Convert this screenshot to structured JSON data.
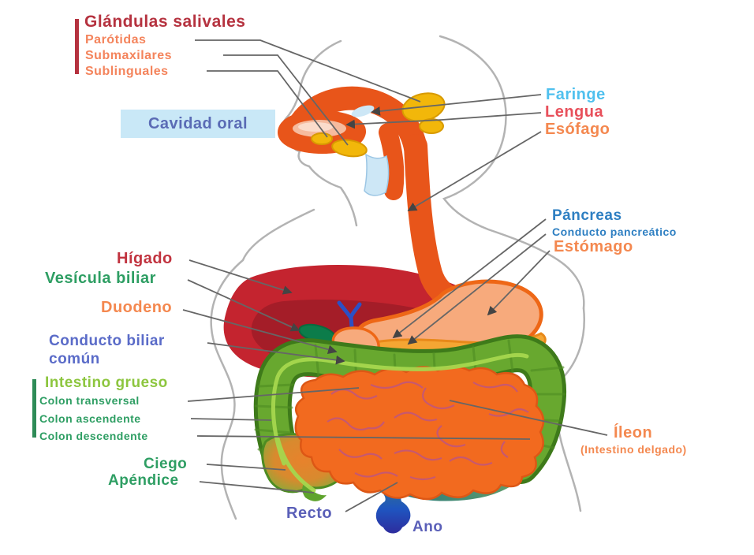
{
  "palette": {
    "body_outline": "#b3b3b3",
    "leader_line": "#666666",
    "esophagus_tract": "#e8551a",
    "salivary_gland": "#f2b70a",
    "salivary_gland_stroke": "#d89a00",
    "trachea": "#cde7f6",
    "tongue": "#f6bb9e",
    "liver": "#c4242f",
    "liver_shade": "#9f1c27",
    "stomach_fill": "#f7aa7c",
    "stomach_stroke": "#ee6716",
    "pancreas_fill": "#f4a633",
    "pancreas_stroke": "#e8891a",
    "gallbladder": "#0c7c4a",
    "bile_duct": "#2b50c5",
    "small_intestine_fill": "#f26a1f",
    "small_intestine_stroke": "#dd5715",
    "small_intestine_lines": "#b8538c",
    "colon_fill": "#68a82f",
    "colon_outline": "#3e7a1a",
    "colon_highlight": "#a6d74e",
    "sigmoid_start": "#6fa768",
    "sigmoid_end": "#2f7d7a",
    "rectum_top": "#3a8076",
    "rectum_bottom": "#2233a8",
    "cecum_center": "#e8822c"
  },
  "labels": {
    "glandulas_salivales": {
      "text": "Glándulas salivales",
      "color": "#b5323f"
    },
    "parotidas": {
      "text": "Parótidas",
      "color": "#f4845c"
    },
    "submaxilares": {
      "text": "Submaxilares",
      "color": "#f4845c"
    },
    "sublinguales": {
      "text": "Sublinguales",
      "color": "#f4845c"
    },
    "cavidad_oral": {
      "text": "Cavidad oral",
      "color": "#5a6bb5",
      "background": "#c9e8f7"
    },
    "faringe": {
      "text": "Faringe",
      "color": "#4fc0ee"
    },
    "lengua": {
      "text": "Lengua",
      "color": "#e8505b"
    },
    "esofago": {
      "text": "Esófago",
      "color": "#f4884f"
    },
    "pancreas": {
      "text": "Páncreas",
      "color": "#2e7fc2"
    },
    "conducto_pancreatico": {
      "text": "Conducto pancreático",
      "color": "#2e7fc2"
    },
    "estomago": {
      "text": "Estómago",
      "color": "#f4884f"
    },
    "higado": {
      "text": "Hígado",
      "color": "#c1333f"
    },
    "vesicula_biliar": {
      "text": "Vesícula biliar",
      "color": "#2e9e63"
    },
    "duodeno": {
      "text": "Duodeno",
      "color": "#f4884f"
    },
    "conducto_biliar_comun": {
      "text": "Conducto biliar común",
      "color": "#5a6bc8"
    },
    "intestino_grueso": {
      "text": "Intestino grueso",
      "color": "#8dc63f"
    },
    "colon_transversal": {
      "text": "Colon transversal",
      "color": "#2e9e63"
    },
    "colon_ascendente": {
      "text": "Colon ascendente",
      "color": "#2e9e63"
    },
    "colon_descendente": {
      "text": "Colon descendente",
      "color": "#2e9e63"
    },
    "ciego": {
      "text": "Ciego",
      "color": "#2e9e63"
    },
    "apendice": {
      "text": "Apéndice",
      "color": "#2e9e63"
    },
    "recto": {
      "text": "Recto",
      "color": "#5a5fb8"
    },
    "ano": {
      "text": "Ano",
      "color": "#5a5fb8"
    },
    "ileon": {
      "text": "Íleon",
      "color": "#f4884f"
    },
    "intestino_delgado": {
      "text": "(Intestino delgado)",
      "color": "#f4884f"
    }
  }
}
